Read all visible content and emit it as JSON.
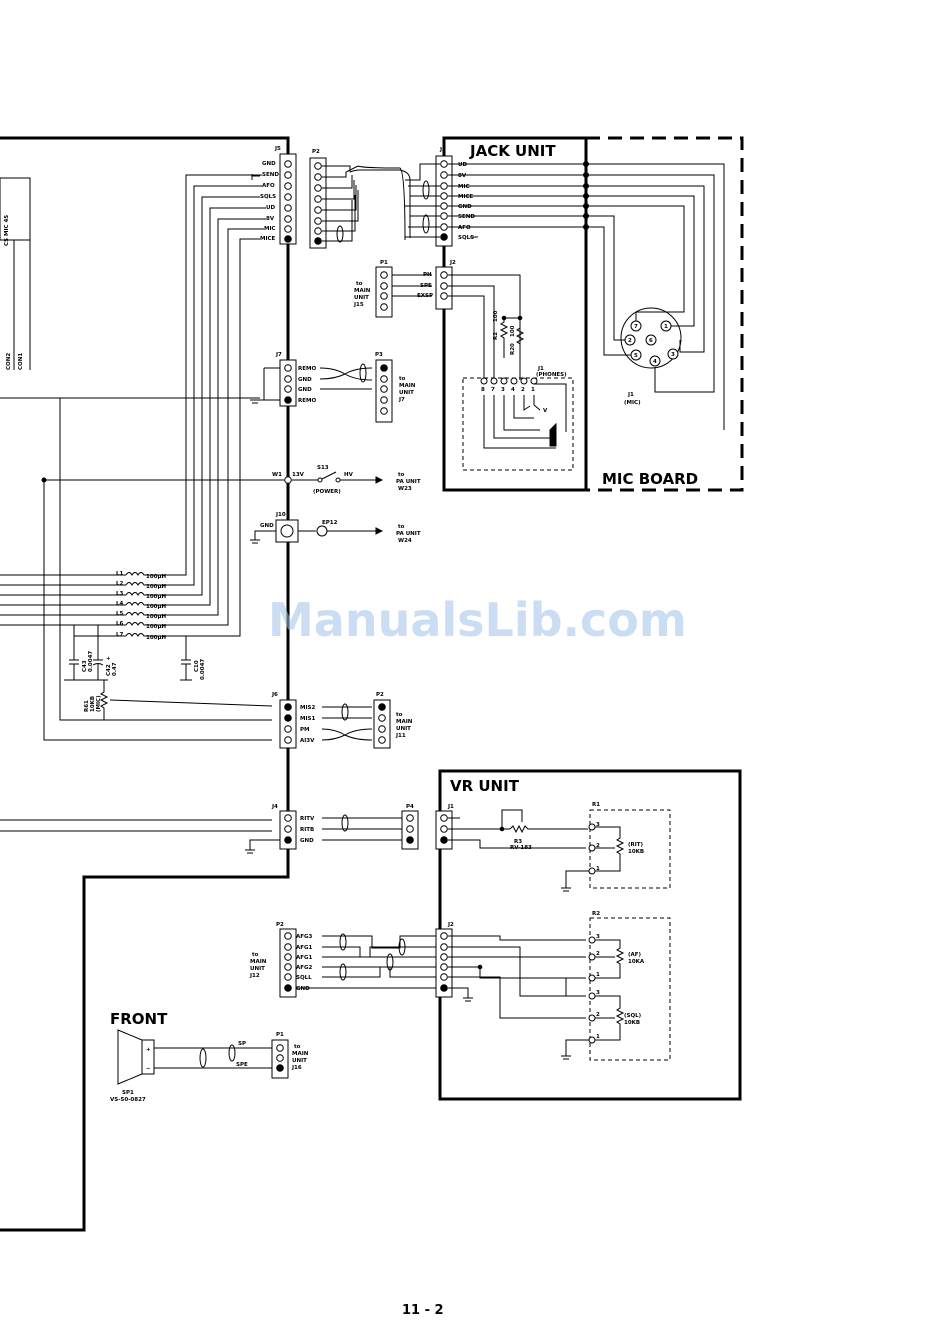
{
  "watermark": "ManualsLib.com",
  "page_number": "11 - 2",
  "jack_unit": {
    "title": "JACK UNIT",
    "j3": "J3",
    "j3_pins": [
      "UD",
      "8V",
      "MIC",
      "MICE",
      "GND",
      "SEND",
      "AFO",
      "SQLS"
    ],
    "j2": "J2",
    "j2_pins": [
      "PH",
      "SPE",
      "EXSP"
    ],
    "r2": "R2",
    "r2_val": "100",
    "r20": "R20",
    "r20_val": "100",
    "phones": "J1",
    "phones_label": "(PHONES)",
    "phones_pins": [
      "8",
      "7",
      "3",
      "4",
      "2",
      "1"
    ],
    "v_label": "V"
  },
  "mic_board": {
    "title": "MIC BOARD",
    "mic_jack": "J1",
    "mic_label": "(MIC)",
    "pins": [
      "7",
      "1",
      "6",
      "2",
      "5",
      "4",
      "3"
    ]
  },
  "j5": {
    "name": "J5",
    "pins": [
      "GND",
      "SEND",
      "AFO",
      "SQLS",
      "UD",
      "8V",
      "MIC",
      "MICE"
    ]
  },
  "p2_top": "P2",
  "p1_main": {
    "name": "P1",
    "to": "to",
    "main": "MAIN",
    "unit": "UNIT",
    "conn": "J15"
  },
  "j7": {
    "name": "J7",
    "pins": [
      "REMO",
      "GND",
      "GND",
      "REMO"
    ]
  },
  "p3": {
    "name": "P3",
    "to": "to",
    "main": "MAIN",
    "unit": "UNIT",
    "conn": "J7"
  },
  "power": {
    "w1": "W1",
    "v13": "13V",
    "switch": "S13",
    "switch_label": "(POWER)",
    "hv": "HV",
    "to": "to",
    "pa_unit": "PA UNIT",
    "conn": "W23"
  },
  "j10": {
    "name": "J10",
    "gnd": "GND",
    "ep": "EP12",
    "to": "to",
    "pa_unit": "PA UNIT",
    "conn": "W24"
  },
  "inductors": {
    "labels": [
      "L1",
      "L2",
      "L3",
      "L4",
      "L5",
      "L6",
      "L7"
    ],
    "value": "100µH"
  },
  "caps": {
    "c43": "C43",
    "c43_val": "0.0047",
    "c42": "C42",
    "c42_val": "0.47",
    "c10": "C10",
    "c10_val": "0.0047",
    "r61": "R61",
    "r61_val": "10KB",
    "r61_sub": "(MIC)"
  },
  "j6": {
    "name": "J6",
    "pins": [
      "MIS2",
      "MIS1",
      "PM",
      "AI3V"
    ]
  },
  "p2_j6": {
    "name": "P2",
    "to": "to",
    "main": "MAIN",
    "unit": "UNIT",
    "conn": "J11"
  },
  "j4": {
    "name": "J4",
    "pins": [
      "RITV",
      "RITB",
      "GND"
    ]
  },
  "p4": "P4",
  "vr_unit": {
    "title": "VR UNIT",
    "j1": "J1",
    "r3": "R3",
    "r3_val": "RV-183",
    "r1": "R1",
    "r1_label": "(RIT)",
    "r1_val": "10KB",
    "r1_pins": [
      "3",
      "2",
      "1"
    ],
    "j2": "J2",
    "r2": "R2",
    "af": "(AF)",
    "af_val": "10KA",
    "sql": "(SQL)",
    "sql_val": "10KB",
    "r2_pins": [
      "3",
      "2",
      "1",
      "3",
      "2",
      "1"
    ]
  },
  "p2_bottom": {
    "name": "P2",
    "pins": [
      "AFG3",
      "AFG1",
      "AFG1",
      "AFG2",
      "SQLL",
      "GND"
    ],
    "to": "to",
    "main": "MAIN",
    "unit": "UNIT",
    "conn": "J12"
  },
  "front": {
    "title": "FRONT",
    "speaker": "SP1",
    "speaker_model": "VS-50-0827",
    "sp": "SP",
    "spe": "SPE",
    "p1": "P1",
    "to": "to",
    "main": "MAIN",
    "unit": "UNIT",
    "conn": "J16"
  },
  "left_labels": [
    "CS MIC 45",
    "CON2",
    "CON1"
  ]
}
